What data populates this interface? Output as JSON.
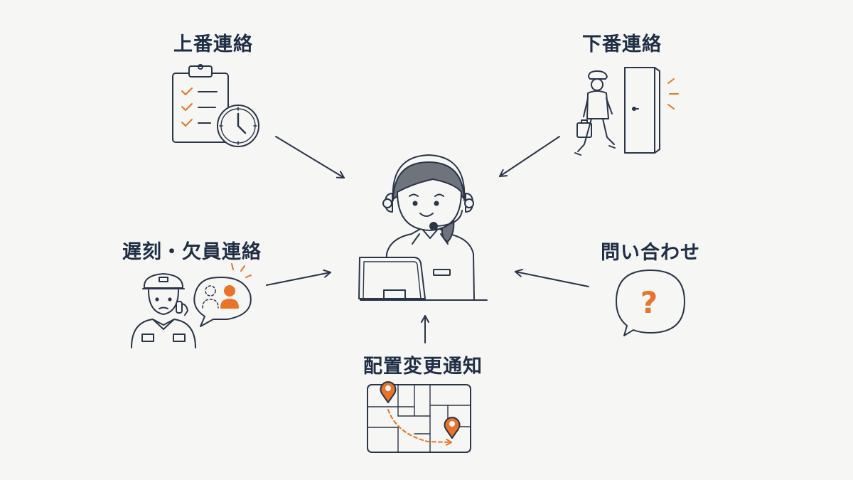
{
  "nodes": {
    "shift_start": {
      "label": "上番連絡",
      "icon": "clipboard-clock-icon"
    },
    "shift_end": {
      "label": "下番連絡",
      "icon": "guard-leaving-door-icon"
    },
    "late_absence": {
      "label": "遅刻・欠員連絡",
      "icon": "guard-phone-call-icon"
    },
    "inquiry": {
      "label": "問い合わせ",
      "icon": "question-bubble-icon"
    },
    "reassignment": {
      "label": "配置変更通知",
      "icon": "map-route-icon"
    }
  },
  "center": {
    "icon": "operator-headset-icon"
  },
  "colors": {
    "ink": "#2b3548",
    "accent": "#e8742a",
    "background": "#f6f6f4"
  },
  "question_mark": "?"
}
